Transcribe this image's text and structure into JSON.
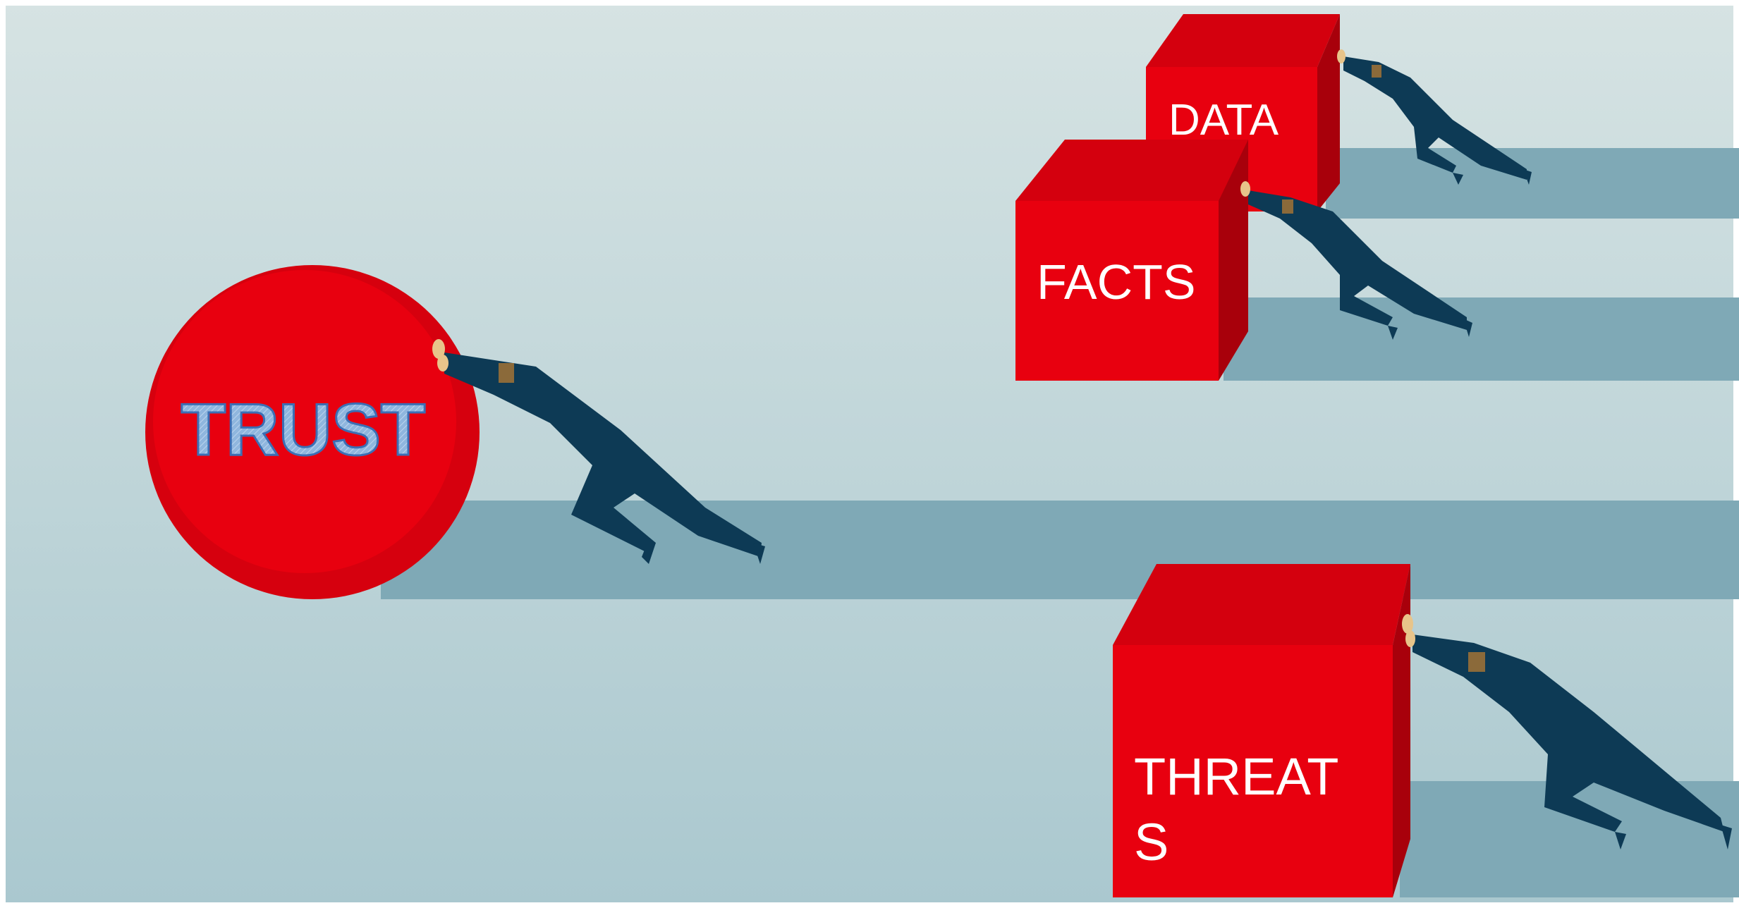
{
  "illustration": {
    "labels": {
      "trust": "TRUST",
      "data": "DATA",
      "facts": "FACTS",
      "threats_line1": "THREAT",
      "threats_line2": "S"
    },
    "colors": {
      "background_top": "#d4e2e2",
      "background_bottom": "#aecbd1",
      "track": "#7fa9b6",
      "red": "#e8000f",
      "red_dark": "#c3000d",
      "red_top": "#d4000e",
      "figure": "#0d3a55",
      "trust_text_fill": "#8fb6de",
      "trust_text_stroke": "#3b6fb5"
    }
  }
}
